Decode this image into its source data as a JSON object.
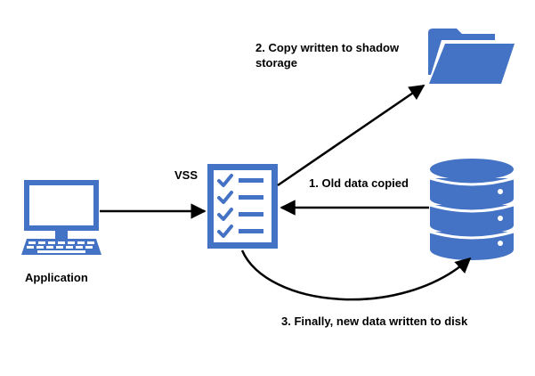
{
  "labels": {
    "application": "Application",
    "vss": "VSS",
    "step_copy": "2. Copy written to shadow storage",
    "step_old": "1. Old data copied",
    "step_final": "3. Finally, new data written to disk"
  },
  "colors": {
    "accent": "#4472C4",
    "line": "#000000"
  },
  "icons": {
    "application": "computer-icon",
    "vss": "checklist-icon",
    "shadow_storage": "folder-icon",
    "disk": "database-icon"
  }
}
